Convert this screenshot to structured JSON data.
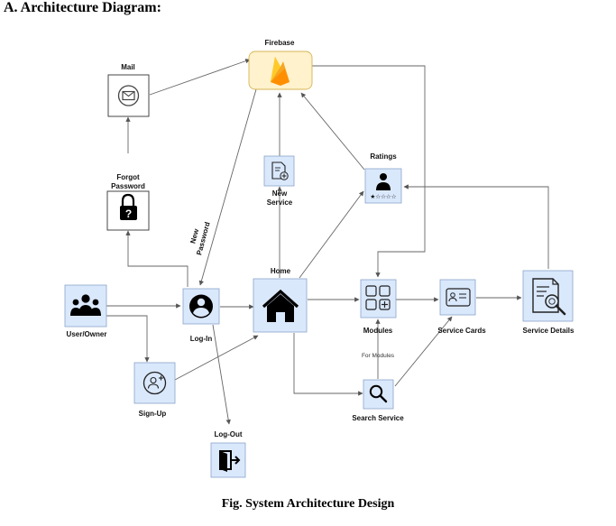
{
  "heading": "A. Architecture Diagram:",
  "caption": "Fig. System Architecture Design",
  "nodes": {
    "firebase": "Firebase",
    "mail": "Mail",
    "forgot_password": [
      "Forgot",
      "Password"
    ],
    "new_password": [
      "New",
      "Password"
    ],
    "new_service": [
      "New",
      "Service"
    ],
    "ratings": "Ratings",
    "home": "Home",
    "user_owner": "User/Owner",
    "log_in": "Log-In",
    "sign_up": "Sign-Up",
    "log_out": "Log-Out",
    "modules": "Modules",
    "for_modules": "For Modules",
    "search_service": "Search Service",
    "service_cards": "Service Cards",
    "service_details": "Service Details"
  },
  "icons": {
    "firebase": "firebase-flame-icon",
    "mail": "envelope-icon",
    "forgot_password": "padlock-question-icon",
    "new_service": "document-add-icon",
    "ratings": "user-rating-stars-icon",
    "home": "house-icon",
    "user_owner": "users-group-icon",
    "log_in": "user-circle-icon",
    "sign_up": "add-user-icon",
    "log_out": "door-exit-icon",
    "modules": "grid-add-icon",
    "search_service": "magnifier-icon",
    "service_cards": "id-card-icon",
    "service_details": "document-search-icon"
  },
  "colors": {
    "node_fill": "#dae8fc",
    "firebase_fill": "#fff2cc",
    "edge": "#666666"
  }
}
